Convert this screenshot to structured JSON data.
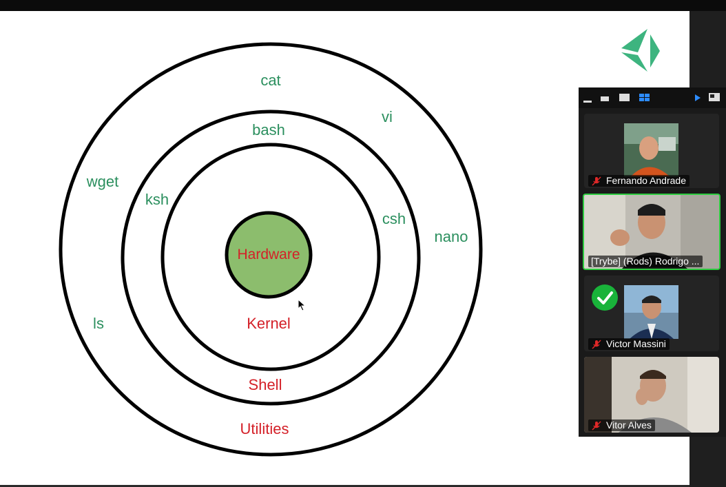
{
  "diagram": {
    "center_label": "Hardware",
    "layers": [
      "Kernel",
      "Shell",
      "Utilities"
    ],
    "shells": [
      "bash",
      "ksh",
      "csh"
    ],
    "utilities": [
      "cat",
      "vi",
      "wget",
      "nano",
      "ls"
    ],
    "colors": {
      "command_text": "#2b8f5e",
      "layer_text": "#d42028",
      "hardware_fill": "#8cbd6d"
    }
  },
  "logo": {
    "icon": "trybe-logo-icon",
    "color": "#3db47f"
  },
  "participants_panel": {
    "toolbar_icons": [
      "minimize-icon",
      "thumbnail-view-icon",
      "speaker-view-icon",
      "gallery-view-icon",
      "next-page-icon",
      "swap-view-icon"
    ],
    "participants": [
      {
        "name": "Fernando Andrade",
        "muted": true,
        "video": "small"
      },
      {
        "name": "[Trybe]  (Rods) Rodrigo ...",
        "muted": false,
        "active_speaker": true,
        "video": "full"
      },
      {
        "name": "Victor Massini",
        "muted": true,
        "reaction": "check-mark-icon",
        "video": "small"
      },
      {
        "name": "Vitor Alves",
        "muted": true,
        "video": "full"
      }
    ]
  }
}
